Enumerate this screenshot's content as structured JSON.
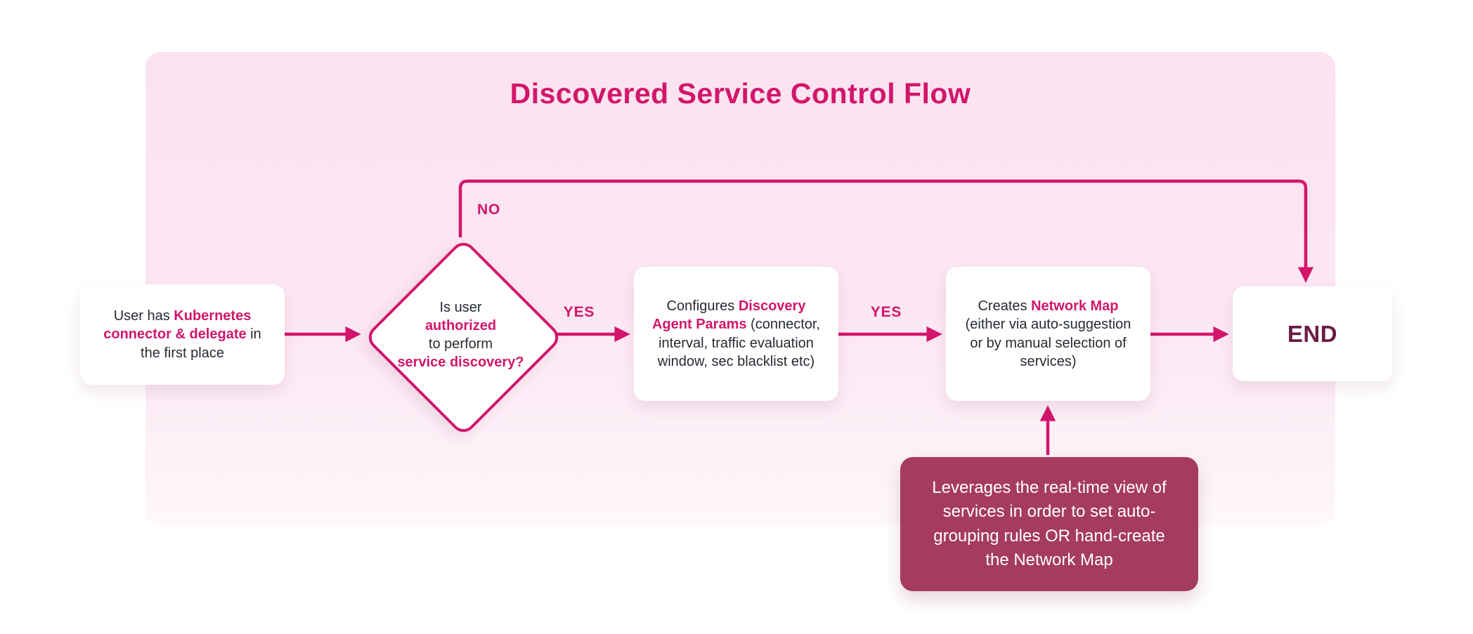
{
  "title": "Discovered Service Control Flow",
  "colors": {
    "accent": "#d2166b",
    "panel_pink": "#fce7f3",
    "note_background": "#a53b5f",
    "end_text": "#6b1b43",
    "body_text": "#262b33",
    "page_background": "#ffffff"
  },
  "nodes": {
    "start": {
      "prefix": "User has ",
      "highlight": "Kubernetes connector & delegate",
      "suffix": " in the first place"
    },
    "decision": {
      "line1": "Is user",
      "line2_highlight": "authorized",
      "line3": "to perform",
      "line4_highlight": "service discovery?"
    },
    "configure": {
      "prefix": "Configures ",
      "highlight": "Discovery Agent Params",
      "suffix": " (connector, interval, traffic evaluation window, sec blacklist etc)"
    },
    "network_map": {
      "prefix": "Creates ",
      "highlight": "Network Map",
      "suffix": " (either via auto-suggestion or by manual selection of services)"
    },
    "end": {
      "label": "END"
    },
    "note": {
      "text": "Leverages the real-time view of services in order to set auto-grouping rules OR hand-create the Network Map"
    }
  },
  "edges": {
    "no_label": "NO",
    "yes1_label": "YES",
    "yes2_label": "YES"
  }
}
